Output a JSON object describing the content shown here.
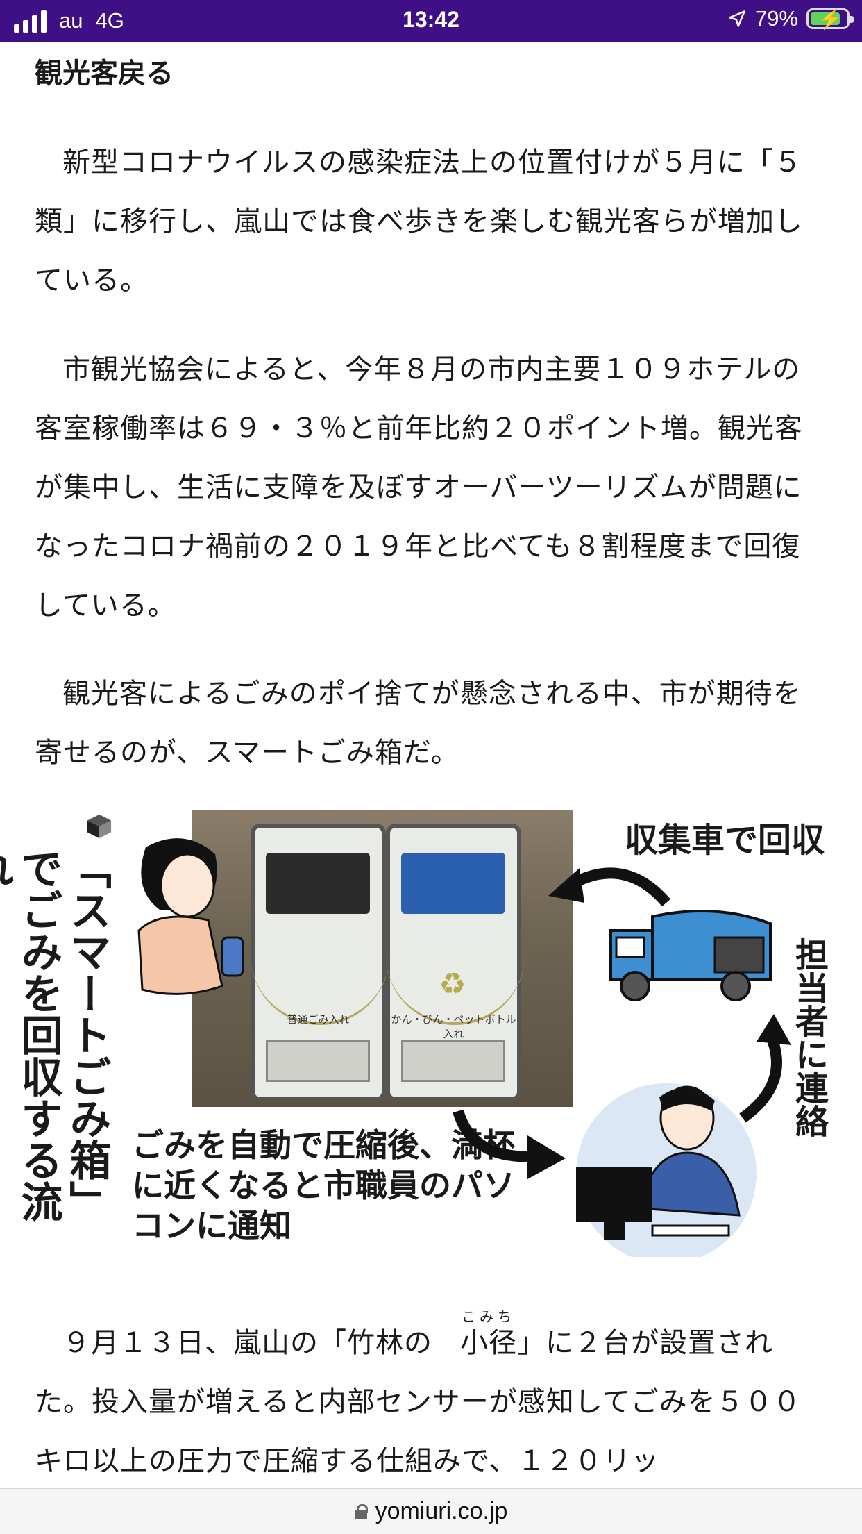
{
  "status_bar": {
    "carrier": "au",
    "network": "4G",
    "time": "13:42",
    "battery_percent": "79%",
    "battery_level": 0.79,
    "colors": {
      "background": "#3f0f86",
      "battery_fill": "#5fd35a"
    }
  },
  "article": {
    "heading": "観光客戻る",
    "paragraph_1": "新型コロナウイルスの感染症法上の位置付けが５月に「５類」に移行し、嵐山では食べ歩きを楽しむ観光客らが増加している。",
    "paragraph_2": "市観光協会によると、今年８月の市内主要１０９ホテルの客室稼働率は６９・３％と前年比約２０ポイント増。観光客が集中し、生活に支障を及ぼすオーバーツーリズムが問題になったコロナ禍前の２０１９年と比べても８割程度まで回復している。",
    "paragraph_3": "観光客によるごみのポイ捨てが懸念される中、市が期待を寄せるのが、スマートごみ箱だ。",
    "paragraph_4_before": "９月１３日、嵐山の「竹林の",
    "paragraph_4_ruby_base": "小径",
    "paragraph_4_ruby_text": "こみち",
    "paragraph_4_after": "」に２台が設置された。投入量が増えると内部センサーが感知してごみを５００キロ以上の圧力で圧縮する仕組みで、１２０リッ"
  },
  "figure": {
    "title": "「スマートごみ箱」でごみを回収する流れ",
    "collect_label": "収集車で回収",
    "contact_label": "担当者に連絡",
    "compress_label": "ごみを自動で圧縮後、満杯に近くなると市職員のパソコンに通知",
    "bin_left_label": "普通ごみ入れ",
    "bin_right_label": "かん・びん・ペットボトル入れ",
    "colors": {
      "truck": "#3e8fd1",
      "office_bg": "#dbe7f5",
      "arrow": "#111111"
    }
  },
  "url_bar": {
    "domain": "yomiuri.co.jp"
  }
}
